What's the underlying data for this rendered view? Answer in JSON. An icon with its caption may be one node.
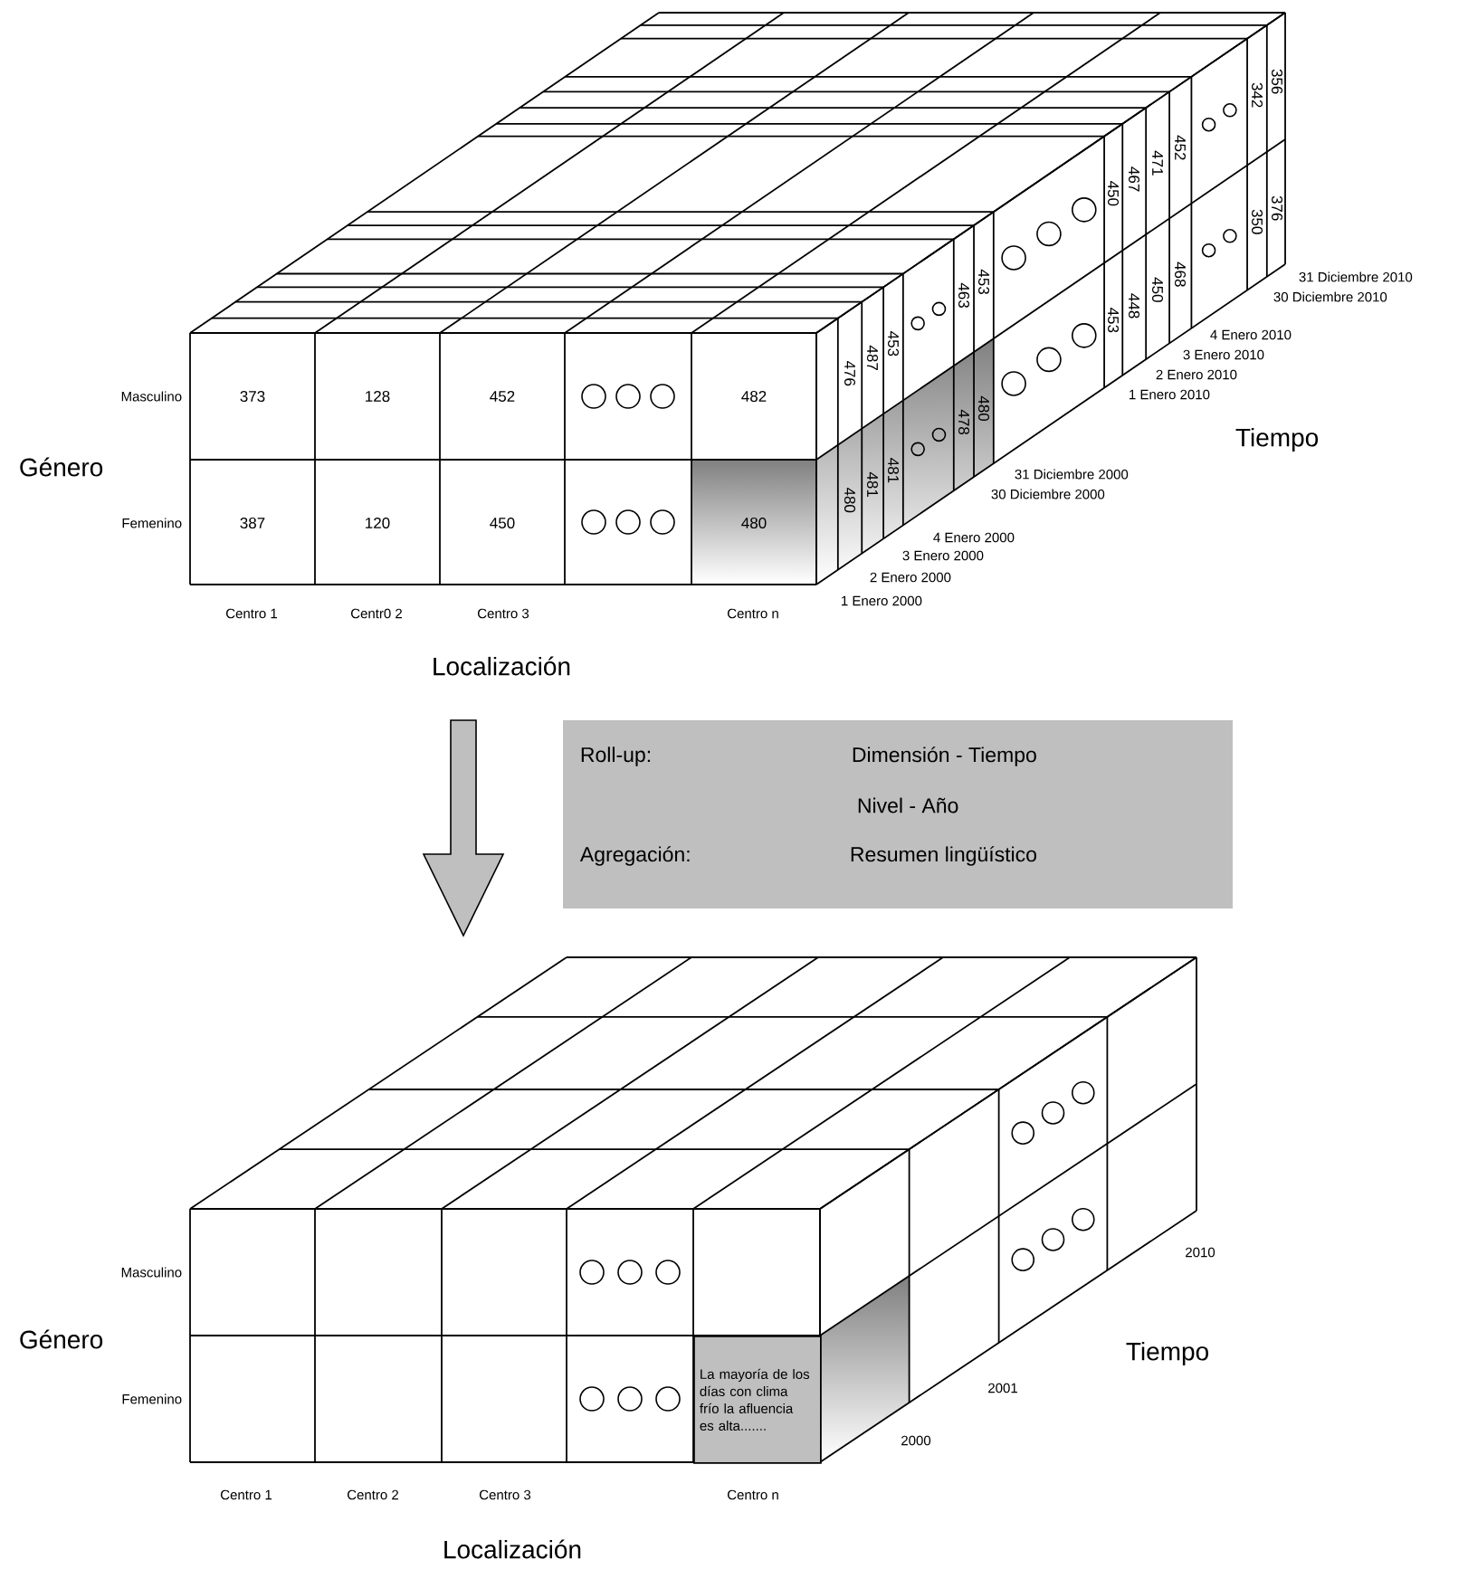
{
  "diagram": {
    "nodes": [
      {
        "text": [
          "Roll-up:",
          "Dimensión - Tiempo",
          "Nivel - Año",
          "Agregación:",
          "Resumen lingüístico"
        ]
      }
    ],
    "labels": [
      "Masculino",
      "373",
      "128",
      "452",
      "482",
      "Género",
      "Femenino",
      "387",
      "120",
      "450",
      "480",
      "476",
      "487",
      "453",
      "463",
      "453",
      "450",
      "467",
      "471",
      "452",
      "342",
      "356",
      "480",
      "481",
      "481",
      "478",
      "480",
      "453",
      "448",
      "450",
      "468",
      "350",
      "376",
      "31 Diciembre 2010",
      "30 Diciembre 2010",
      "4 Enero 2010",
      "3 Enero 2010",
      "2 Enero 2010",
      "1 Enero 2010",
      "Tiempo",
      "31 Diciembre 2000",
      "30 Diciembre 2000",
      "4 Enero 2000",
      "3 Enero 2000",
      "2 Enero 2000",
      "1 Enero 2000",
      "Centro 1",
      "Centr0 2",
      "Centro 3",
      "Centro n",
      "Localización",
      "Masculino",
      "Género",
      "Femenino",
      "La mayoría de los días con clima frío la afluencia es alta.......",
      "2010",
      "Tiempo",
      "2001",
      "2000",
      "Centro 1",
      "Centro 2",
      "Centro 3",
      "Centro n",
      "Localización"
    ]
  }
}
